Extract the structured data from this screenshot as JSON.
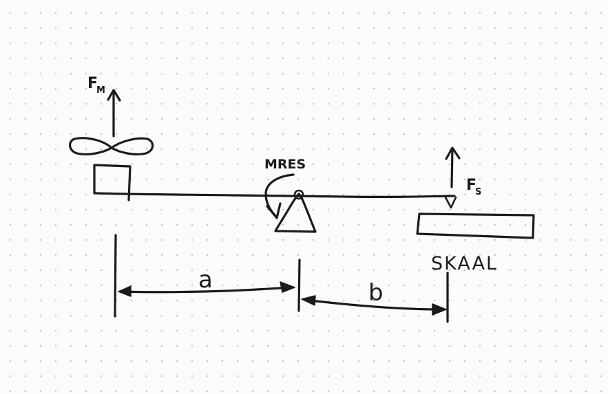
{
  "labels": {
    "motor_force": "F",
    "motor_force_sub": "M",
    "scale_force": "F",
    "scale_force_sub": "S",
    "moment": "MRES",
    "scale": "SKAAL",
    "dist_a": "a",
    "dist_b": "b"
  },
  "colors": {
    "ink": "#1b1b1b",
    "paper": "#fbfbfa",
    "dot_grid": "#c6c6c6"
  }
}
